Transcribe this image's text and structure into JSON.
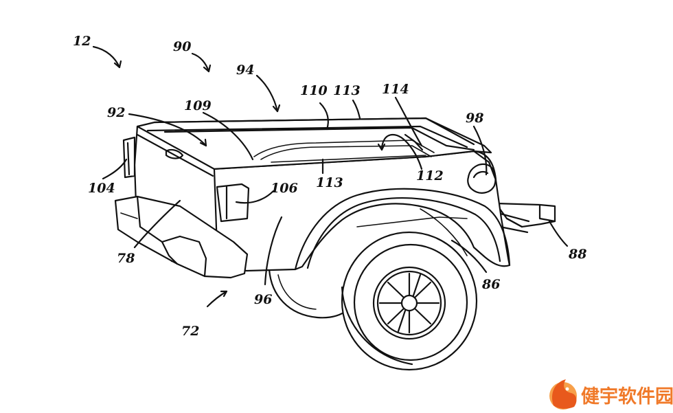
{
  "reference_numerals": {
    "n12": "12",
    "n90": "90",
    "n94": "94",
    "n110": "110",
    "n113_top": "113",
    "n114": "114",
    "n92": "92",
    "n109": "109",
    "n98": "98",
    "n104": "104",
    "n106": "106",
    "n113_lower": "113",
    "n112": "112",
    "n88": "88",
    "n78": "78",
    "n96": "96",
    "n86": "86",
    "n72": "72"
  },
  "watermark": {
    "text": "健宇软件园",
    "color": "#f07a2a",
    "icon": "fox-logo-icon"
  }
}
